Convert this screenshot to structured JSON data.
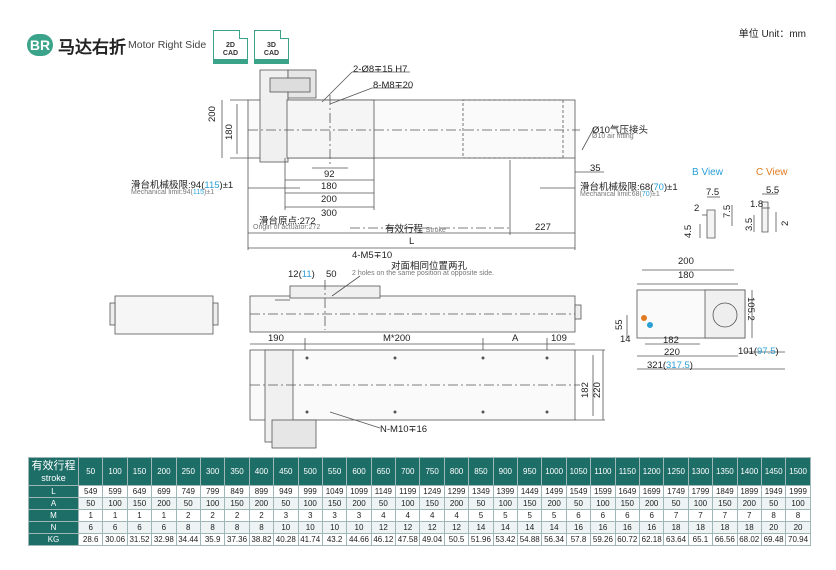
{
  "header": {
    "badge": "BR",
    "title_cn": "马达右折",
    "title_en": "Motor Right Side",
    "cad_2d": [
      "2D",
      "CAD"
    ],
    "cad_3d": [
      "3D",
      "CAD"
    ],
    "unit": "单位 Unit：mm"
  },
  "drawing": {
    "top": {
      "hole1": "2-Ø8∓15 H7",
      "hole2": "8-M8∓20",
      "dim_200": "200",
      "dim_180": "180",
      "dim_92": "92",
      "dim_180b": "180",
      "dim_200b": "200",
      "dim_300": "300",
      "air_cn": "Ø10气压接头",
      "air_en": "Ø10 air fitting",
      "dim_35": "35",
      "limit_left_cn_a": "滑台机械极限:94(",
      "limit_left_val": "115",
      "limit_left_cn_b": ")±1",
      "limit_left_en_a": "Mechanical limit:94(",
      "limit_left_en_b": ")±1",
      "limit_right_cn_a": "滑台机械极限:68(",
      "limit_right_val": "70",
      "limit_right_cn_b": ")±1",
      "limit_right_en_a": "Mechanical limit:68(",
      "limit_right_en_b": ")±1",
      "origin_cn": "滑台原点:272",
      "origin_en": "Origin of actuator:272",
      "stroke_cn": "有效行程",
      "stroke_en": "Stroke",
      "dim_227": "227",
      "dim_L": "L",
      "m5": "4-M5∓10"
    },
    "views": {
      "b_view": "B View",
      "c_view": "C View",
      "b_7_5a": "7.5",
      "b_2": "2",
      "b_7_5b": "7.5",
      "b_4_5": "4.5",
      "c_5_5": "5.5",
      "c_1_8": "1.8",
      "c_3_5": "3.5",
      "c_2": "2"
    },
    "side": {
      "holes_cn": "对面相同位置两孔",
      "holes_en": "2 holes on the same position at opposite side.",
      "dim_12a": "12(",
      "dim_12_val": "11",
      "dim_12b": ")",
      "dim_50": "50"
    },
    "bottom": {
      "dim_190": "190",
      "dim_m200": "M*200",
      "dim_A": "A",
      "dim_109": "109",
      "dim_182": "182",
      "dim_220": "220",
      "n_m10": "N-M10∓16"
    },
    "end": {
      "dim_200": "200",
      "dim_180": "180",
      "dim_105_2": "105.2",
      "dim_55": "55",
      "dim_14": "14",
      "dim_182": "182",
      "dim_220": "220",
      "dim_101a": "101(",
      "dim_101_val": "97.5",
      "dim_101b": ")",
      "dim_321a": "321(",
      "dim_321_val": "317.5",
      "dim_321b": ")"
    }
  },
  "table": {
    "header_cn": "有效行程",
    "header_en": "stroke",
    "strokes": [
      50,
      100,
      150,
      200,
      250,
      300,
      350,
      400,
      450,
      500,
      550,
      600,
      650,
      700,
      750,
      800,
      850,
      900,
      950,
      1000,
      1050,
      1100,
      1150,
      1200,
      1250,
      1300,
      1350,
      1400,
      1450,
      1500
    ],
    "rows": [
      {
        "label": "L",
        "values": [
          "549",
          "599",
          "649",
          "699",
          "749",
          "799",
          "849",
          "899",
          "949",
          "999",
          "1049",
          "1099",
          "1149",
          "1199",
          "1249",
          "1299",
          "1349",
          "1399",
          "1449",
          "1499",
          "1549",
          "1599",
          "1649",
          "1699",
          "1749",
          "1799",
          "1849",
          "1899",
          "1949",
          "1999"
        ]
      },
      {
        "label": "A",
        "values": [
          "50",
          "100",
          "150",
          "200",
          "50",
          "100",
          "150",
          "200",
          "50",
          "100",
          "150",
          "200",
          "50",
          "100",
          "150",
          "200",
          "50",
          "100",
          "150",
          "200",
          "50",
          "100",
          "150",
          "200",
          "50",
          "100",
          "150",
          "200",
          "50",
          "100"
        ]
      },
      {
        "label": "M",
        "values": [
          "1",
          "1",
          "1",
          "1",
          "2",
          "2",
          "2",
          "2",
          "3",
          "3",
          "3",
          "3",
          "4",
          "4",
          "4",
          "4",
          "5",
          "5",
          "5",
          "5",
          "6",
          "6",
          "6",
          "6",
          "7",
          "7",
          "7",
          "7",
          "8",
          "8"
        ]
      },
      {
        "label": "N",
        "values": [
          "6",
          "6",
          "6",
          "6",
          "8",
          "8",
          "8",
          "8",
          "10",
          "10",
          "10",
          "10",
          "12",
          "12",
          "12",
          "12",
          "14",
          "14",
          "14",
          "14",
          "16",
          "16",
          "16",
          "16",
          "18",
          "18",
          "18",
          "18",
          "20",
          "20"
        ]
      },
      {
        "label": "KG",
        "values": [
          "28.6",
          "30.06",
          "31.52",
          "32.98",
          "34.44",
          "35.9",
          "37.36",
          "38.82",
          "40.28",
          "41.74",
          "43.2",
          "44.66",
          "46.12",
          "47.58",
          "49.04",
          "50.5",
          "51.96",
          "53.42",
          "54.88",
          "56.34",
          "57.8",
          "59.26",
          "60.72",
          "62.18",
          "63.64",
          "65.1",
          "66.56",
          "68.02",
          "69.48",
          "70.94"
        ]
      }
    ]
  }
}
